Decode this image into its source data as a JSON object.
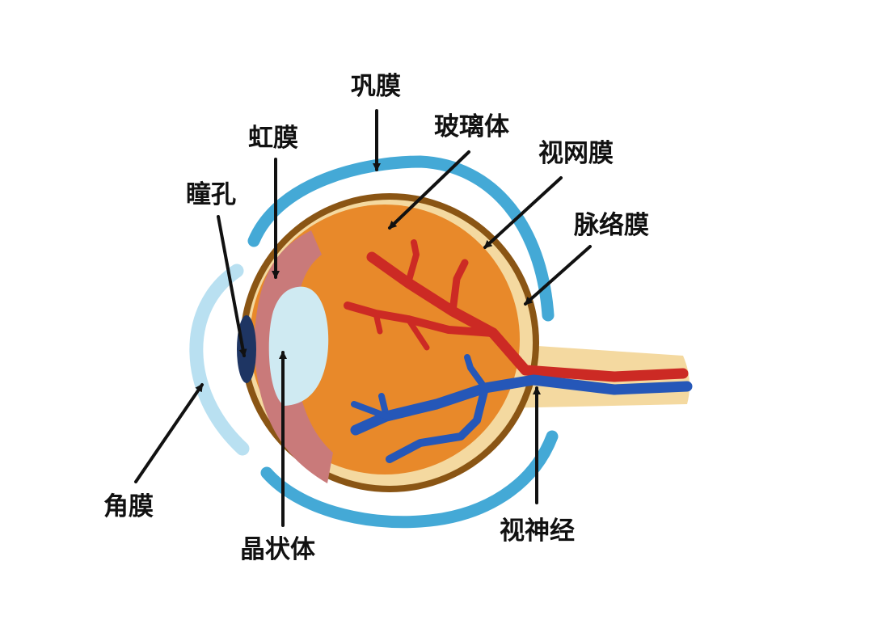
{
  "labels": {
    "sclera": "巩膜",
    "iris": "虹膜",
    "vitreous": "玻璃体",
    "retina": "视网膜",
    "pupil": "瞳孔",
    "choroid": "脉络膜",
    "cornea": "角膜",
    "lens": "晶状体",
    "optic_nerve": "视神经"
  },
  "colors": {
    "sclera": "#44a9d6",
    "cornea": "#b9e0f1",
    "choroid": "#8a5514",
    "retina": "#f4d9a0",
    "vitreous": "#e8892a",
    "iris": "#c97a7a",
    "lens": "#cfeaf2",
    "pupil": "#1e3563",
    "artery": "#cc2a24",
    "vein": "#2557b8",
    "arrow": "#111111"
  }
}
